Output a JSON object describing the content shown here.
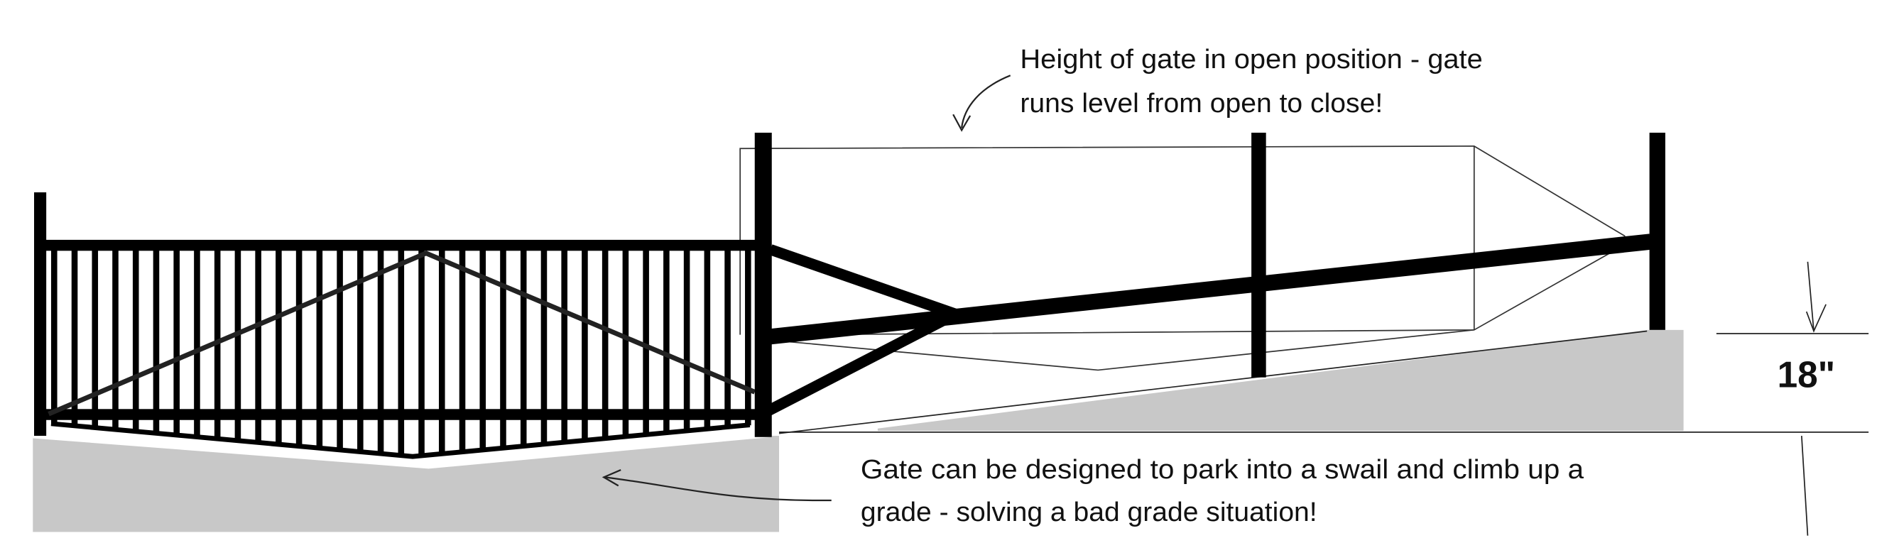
{
  "annotations": {
    "open_height_line1": "Height of gate in open position - gate",
    "open_height_line2": "runs level from open to close!",
    "swale_line1": "Gate can be designed to park into a swail and climb up a",
    "swale_line2": "grade - solving a bad grade situation!"
  },
  "dimension": {
    "grade_rise": "18\""
  },
  "colors": {
    "metal": "#000000",
    "ground": "#c8c8c8",
    "outline": "#222222"
  }
}
